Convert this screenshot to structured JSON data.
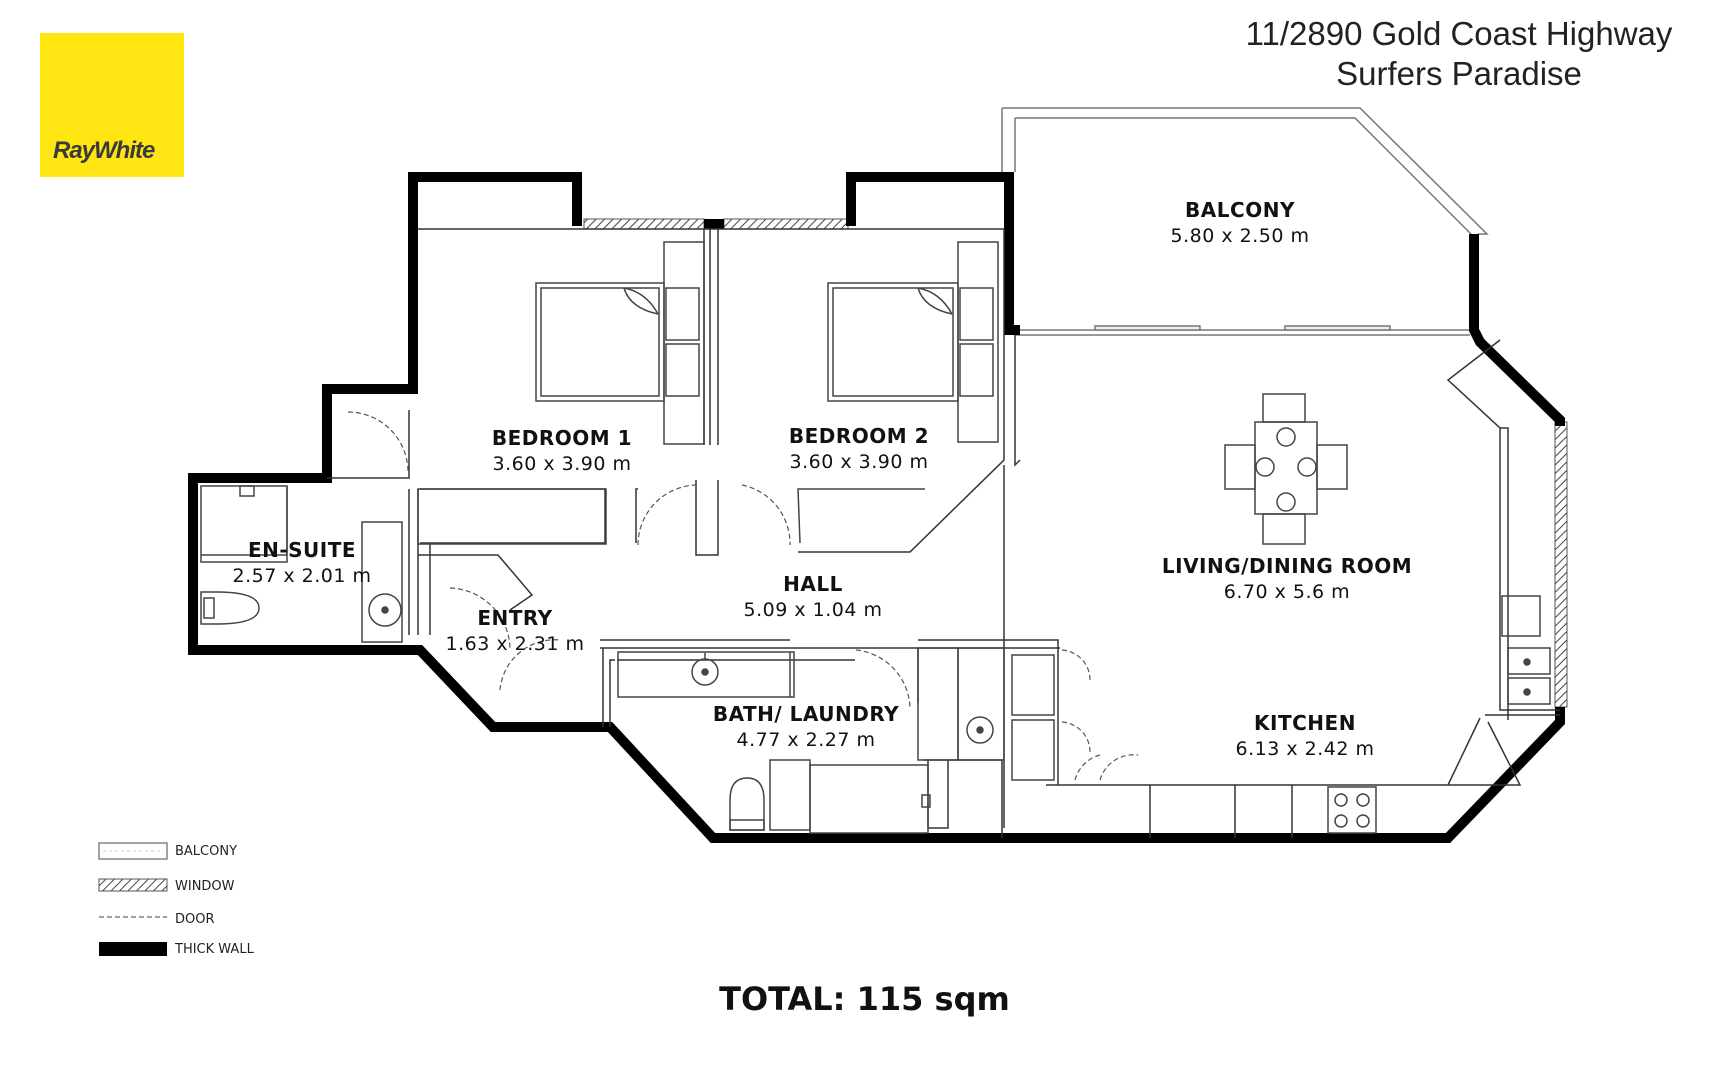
{
  "brand": {
    "name": "RayWhite",
    "color": "#ffe512"
  },
  "address": {
    "line1": "11/2890 Gold Coast Highway",
    "line2": "Surfers Paradise"
  },
  "rooms": {
    "balcony": {
      "name": "BALCONY",
      "dim": "5.80 x 2.50 m"
    },
    "bedroom1": {
      "name": "BEDROOM 1",
      "dim": "3.60 x 3.90 m"
    },
    "bedroom2": {
      "name": "BEDROOM 2",
      "dim": "3.60 x 3.90 m"
    },
    "living": {
      "name": "LIVING/DINING ROOM",
      "dim": "6.70 x 5.6 m"
    },
    "ensuite": {
      "name": "EN-SUITE",
      "dim": "2.57 x 2.01 m"
    },
    "hall": {
      "name": "HALL",
      "dim": "5.09 x 1.04 m"
    },
    "entry": {
      "name": "ENTRY",
      "dim": "1.63 x 2.31 m"
    },
    "bath": {
      "name": "BATH/ LAUNDRY",
      "dim": "4.77 x 2.27 m"
    },
    "kitchen": {
      "name": "KITCHEN",
      "dim": "6.13 x 2.42 m"
    }
  },
  "legend": {
    "balcony": "BALCONY",
    "window": "WINDOW",
    "door": "DOOR",
    "thick_wall": "THICK WALL"
  },
  "total": "TOTAL: 115 sqm"
}
